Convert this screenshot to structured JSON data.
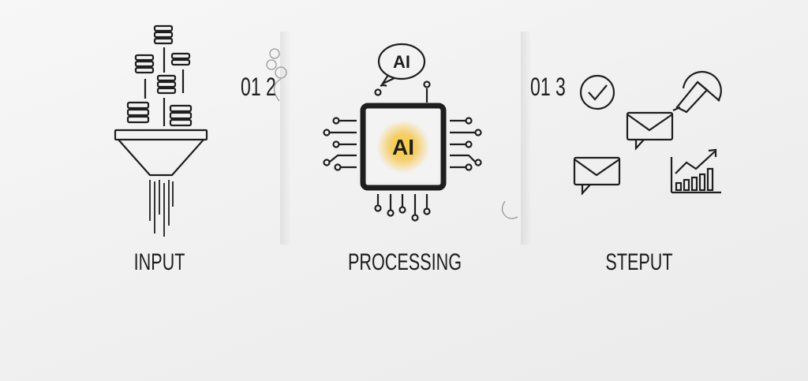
{
  "steps": [
    {
      "label": "INPUT",
      "icon": "funnel-data-icon"
    },
    {
      "number": "01 2",
      "label": "PROCESSING",
      "icon": "ai-chip-icon",
      "chip_text": "AI",
      "bubble_text": "AI"
    },
    {
      "number": "01 3",
      "label": "STEPUT",
      "icon": "output-icons"
    }
  ],
  "colors": {
    "background": "#f0f0f0",
    "ink": "#1e1e1e",
    "glow": "#f5b400"
  }
}
